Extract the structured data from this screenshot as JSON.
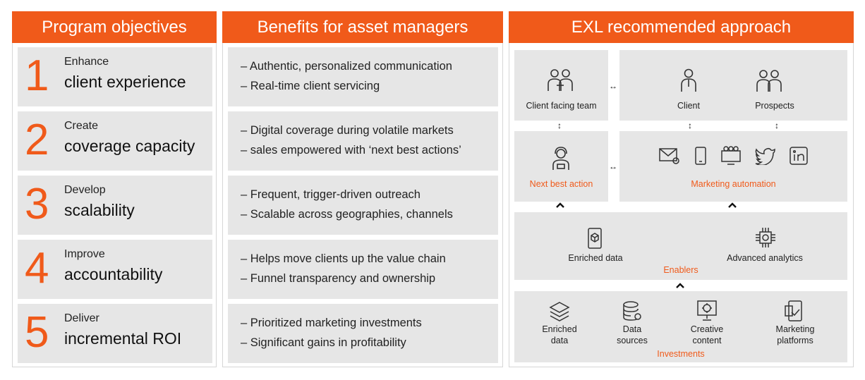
{
  "objectives": {
    "header": "Program objectives",
    "items": [
      {
        "num": "1",
        "small": "Enhance",
        "big": "client experience"
      },
      {
        "num": "2",
        "small": "Create",
        "big": "coverage capacity"
      },
      {
        "num": "3",
        "small": "Develop",
        "big": "scalability"
      },
      {
        "num": "4",
        "small": "Improve",
        "big": "accountability"
      },
      {
        "num": "5",
        "small": "Deliver",
        "big": "incremental ROI"
      }
    ]
  },
  "benefits": {
    "header": "Benefits for asset managers",
    "items": [
      {
        "line1": "– Authentic, personalized communication",
        "line2": "– Real-time client servicing"
      },
      {
        "line1": "– Digital coverage during volatile markets",
        "line2": "– sales empowered with ‘next best actions’"
      },
      {
        "line1": "– Frequent, trigger-driven outreach",
        "line2": "– Scalable across geographies, channels"
      },
      {
        "line1": "– Helps move clients up the value chain",
        "line2": "– Funnel transparency and ownership"
      },
      {
        "line1": "– Prioritized marketing investments",
        "line2": "– Significant gains in profitability"
      }
    ]
  },
  "approach": {
    "header": "EXL recommended approach",
    "client_facing_team": "Client facing team",
    "client": "Client",
    "prospects": "Prospects",
    "next_best_action": "Next best action",
    "marketing_automation": "Marketing automation",
    "enriched_data": "Enriched data",
    "advanced_analytics": "Advanced analytics",
    "enablers": "Enablers",
    "inv_enriched_1": "Enriched",
    "inv_enriched_2": "data",
    "inv_sources_1": "Data",
    "inv_sources_2": "sources",
    "inv_creative_1": "Creative",
    "inv_creative_2": "content",
    "inv_marketing_1": "Marketing",
    "inv_marketing_2": "platforms",
    "investments": "Investments",
    "arrow_lr": "↔",
    "arrow_ud": "↕"
  },
  "colors": {
    "accent": "#f05a1a",
    "box_bg": "#e6e6e6"
  },
  "icons": [
    "team-icon",
    "client-icon",
    "prospects-icon",
    "agent-icon",
    "email-icon",
    "mobile-icon",
    "devices-icon",
    "twitter-icon",
    "linkedin-icon",
    "phone-data-icon",
    "chip-icon",
    "layers-icon",
    "database-icon",
    "monitor-gear-icon",
    "platform-icon"
  ]
}
